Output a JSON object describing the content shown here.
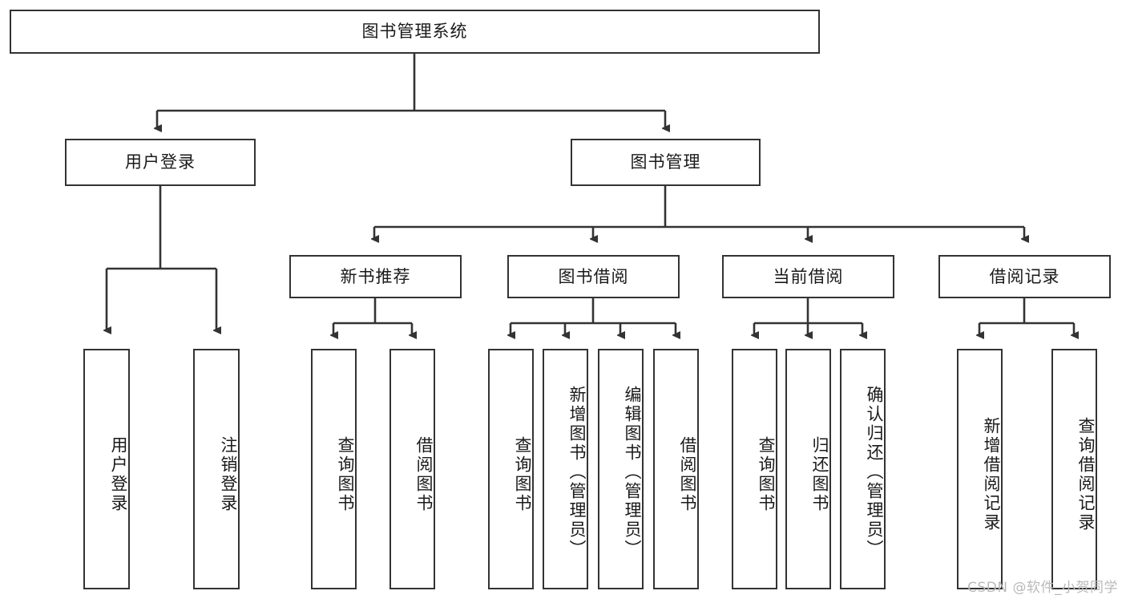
{
  "diagram": {
    "type": "tree",
    "title": "图书管理系统",
    "root": {
      "label": "图书管理系统"
    },
    "level1": [
      {
        "label": "用户登录"
      },
      {
        "label": "图书管理"
      }
    ],
    "level2": [
      {
        "label": "新书推荐"
      },
      {
        "label": "图书借阅"
      },
      {
        "label": "当前借阅"
      },
      {
        "label": "借阅记录"
      }
    ],
    "leaves": {
      "user_login": [
        {
          "label": "用户登录"
        },
        {
          "label": "注销登录"
        }
      ],
      "new_book_recommend": [
        {
          "label": "查询图书"
        },
        {
          "label": "借阅图书"
        }
      ],
      "book_borrow": [
        {
          "label": "查询图书"
        },
        {
          "label": "新增图书（管理员）"
        },
        {
          "label": "编辑图书（管理员）"
        },
        {
          "label": "借阅图书"
        }
      ],
      "current_borrow": [
        {
          "label": "查询图书"
        },
        {
          "label": "归还图书"
        },
        {
          "label": "确认归还（管理员）"
        }
      ],
      "borrow_record": [
        {
          "label": "新增借阅记录"
        },
        {
          "label": "查询借阅记录"
        }
      ]
    }
  },
  "watermark": {
    "text": "CSDN @软件_小贺同学"
  },
  "colors": {
    "stroke": "#333333",
    "fill": "#ffffff",
    "text": "#1a1a1a",
    "watermark": "#b9b9b9"
  }
}
